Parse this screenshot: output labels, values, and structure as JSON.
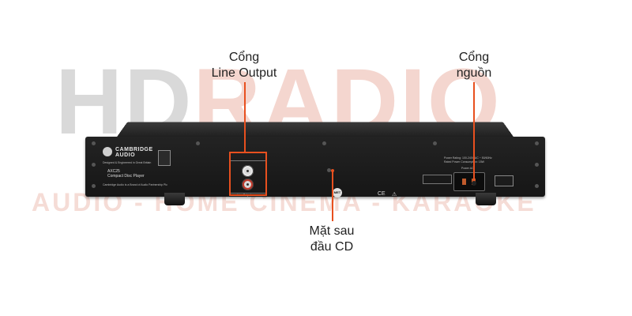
{
  "watermark": {
    "main_part1": "HD",
    "main_part2": "RADIO",
    "sub": "AUDIO - HOME CINEMA - KARAOKE"
  },
  "device": {
    "brand": [
      "CAMBRIDGE",
      "AUDIO"
    ],
    "origin_text": "Designed & Engineered in Great Britain",
    "model": "AXC25",
    "type": "Compact Disc Player",
    "address": "Cambridge Audio is a Brand of Audio Partnership Plc"
  },
  "ports": {
    "output_label": "Line Output",
    "power_rating": "Power Rating: 100-240V AC ~ 50/60Hz",
    "power_consumption": "Rated Power Consumption: 15W",
    "power_label": "Power AC",
    "met_badge": "MET"
  },
  "callouts": {
    "line_output": [
      "Cổng",
      "Line Output"
    ],
    "power": [
      "Cổng",
      "nguồn"
    ],
    "rear": [
      "Mặt sau",
      "đầu CD"
    ]
  }
}
